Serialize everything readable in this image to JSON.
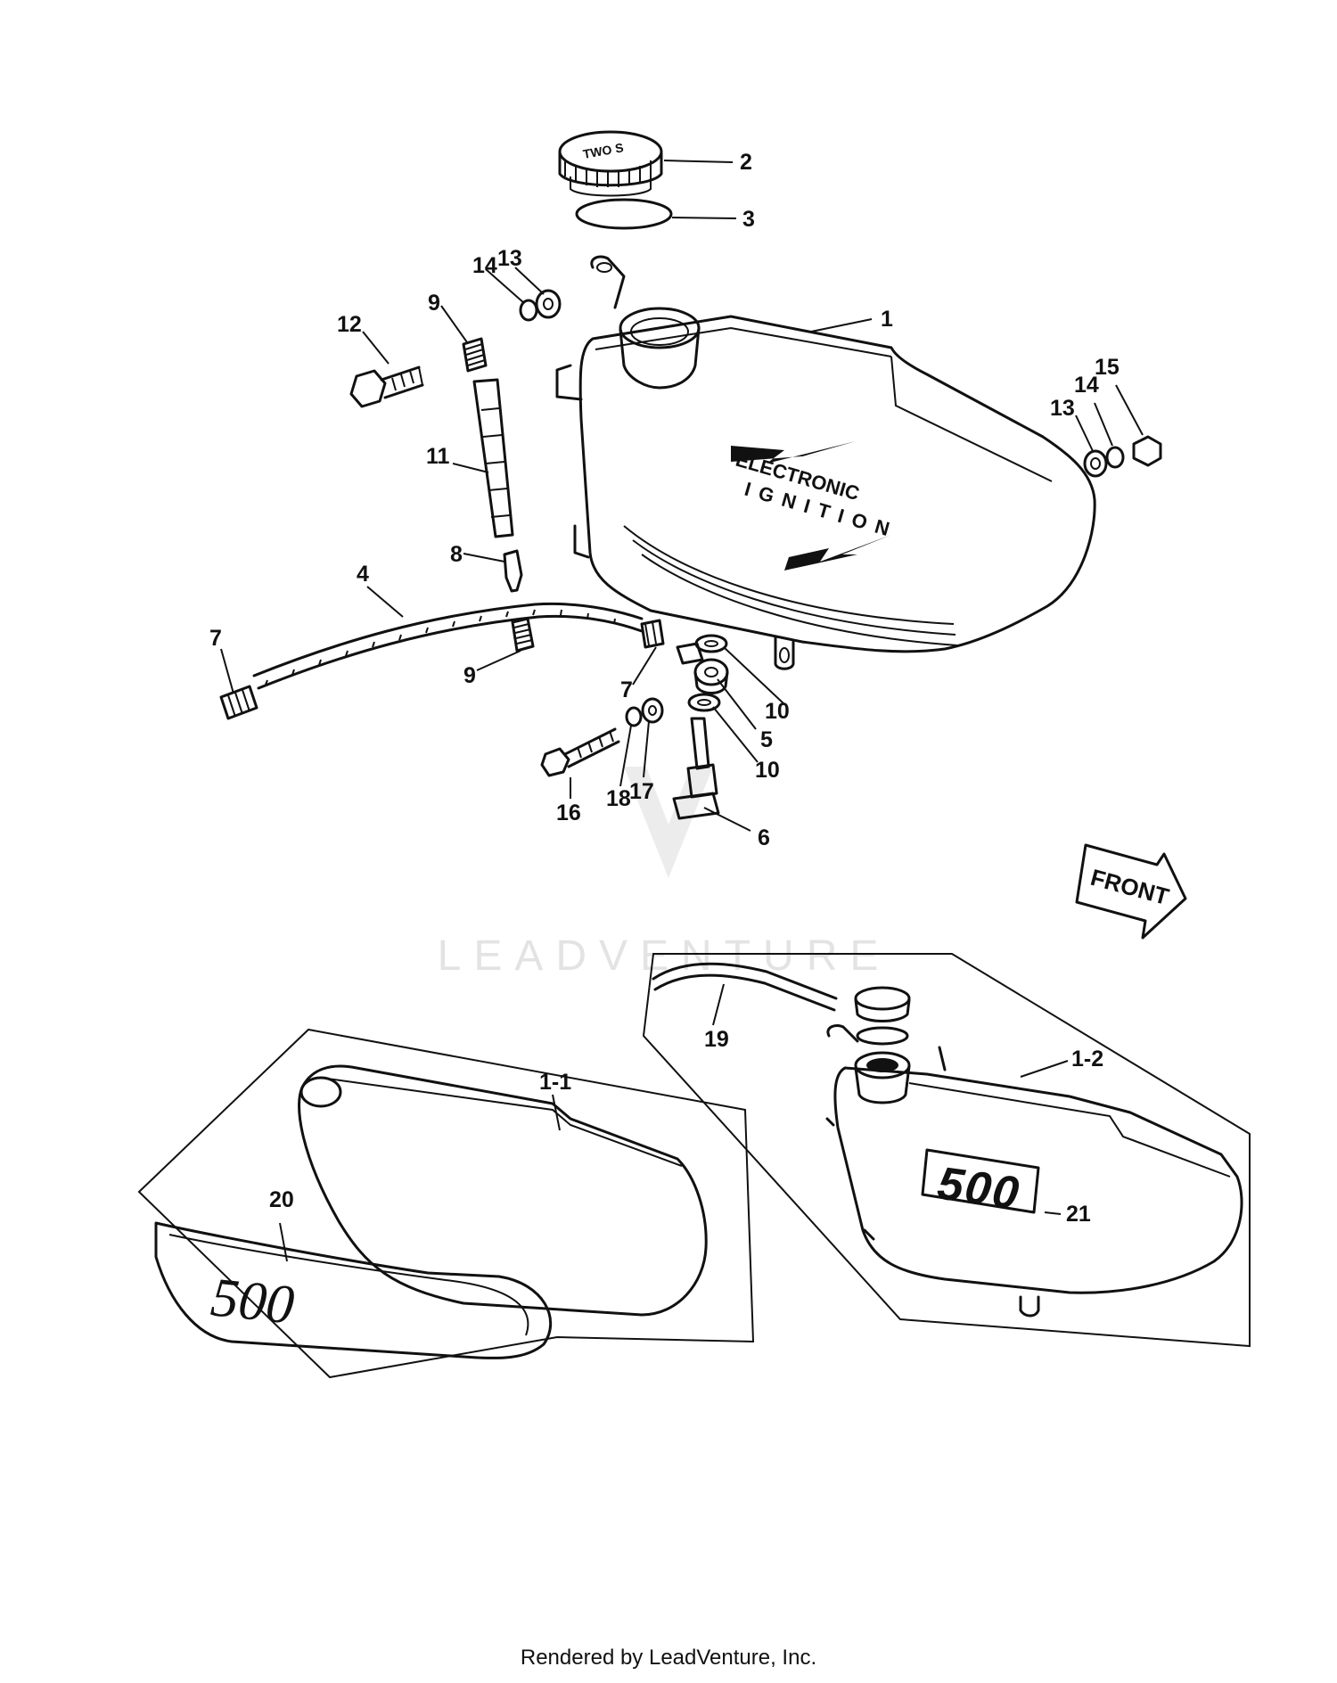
{
  "callouts": [
    {
      "id": "c1",
      "text": "1"
    },
    {
      "id": "c2",
      "text": "2"
    },
    {
      "id": "c3",
      "text": "3"
    },
    {
      "id": "c4",
      "text": "4"
    },
    {
      "id": "c5",
      "text": "5"
    },
    {
      "id": "c6",
      "text": "6"
    },
    {
      "id": "c7a",
      "text": "7"
    },
    {
      "id": "c7b",
      "text": "7"
    },
    {
      "id": "c8",
      "text": "8"
    },
    {
      "id": "c9a",
      "text": "9"
    },
    {
      "id": "c9b",
      "text": "9"
    },
    {
      "id": "c10a",
      "text": "10"
    },
    {
      "id": "c10b",
      "text": "10"
    },
    {
      "id": "c11",
      "text": "11"
    },
    {
      "id": "c12",
      "text": "12"
    },
    {
      "id": "c13a",
      "text": "13"
    },
    {
      "id": "c13b",
      "text": "13"
    },
    {
      "id": "c14a",
      "text": "14"
    },
    {
      "id": "c14b",
      "text": "14"
    },
    {
      "id": "c15",
      "text": "15"
    },
    {
      "id": "c16",
      "text": "16"
    },
    {
      "id": "c17",
      "text": "17"
    },
    {
      "id": "c18",
      "text": "18"
    },
    {
      "id": "c19",
      "text": "19"
    },
    {
      "id": "c20",
      "text": "20"
    },
    {
      "id": "c21",
      "text": "21"
    },
    {
      "id": "c1-1",
      "text": "1-1"
    },
    {
      "id": "c1-2",
      "text": "1-2"
    }
  ],
  "decals": {
    "electronic": "ELECTRONIC",
    "ignition": "IGNITION",
    "cap_text": "TWO S",
    "side_cover_number": "500",
    "tank_number": "500"
  },
  "front_arrow": "FRONT",
  "watermark": "LEADVENTURE",
  "footer": "Rendered by LeadVenture, Inc."
}
